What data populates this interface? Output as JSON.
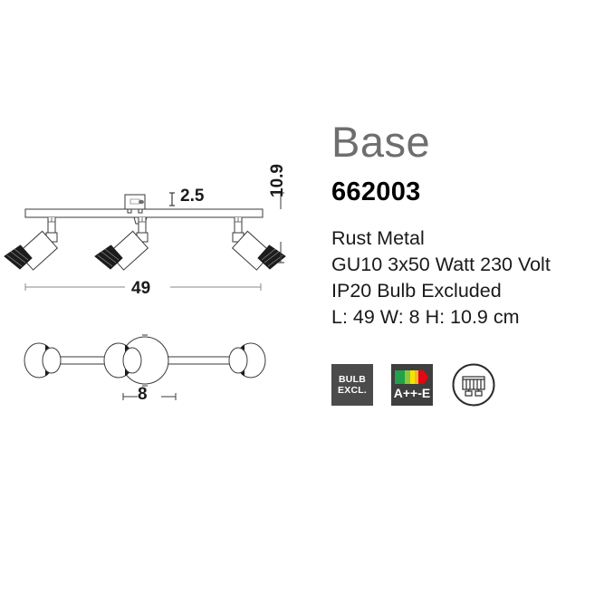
{
  "product": {
    "title": "Base",
    "code": "662003",
    "specs": [
      "Rust Metal",
      "GU10 3x50 Watt 230 Volt",
      "IP20 Bulb Excluded",
      "L: 49 W: 8 H: 10.9 cm"
    ]
  },
  "badges": {
    "bulb": {
      "name": "bulb-excluded-badge",
      "line1": "BULB",
      "line2": "EXCL.",
      "background": "#4b4b4b",
      "text_color": "#ffffff"
    },
    "energy": {
      "name": "energy-class-badge",
      "label": "A++-E",
      "background": "#3f3f3f",
      "text_color": "#ffffff",
      "arrow_colors": [
        "#22a04a",
        "#8cc63f",
        "#f2e500",
        "#f9b233",
        "#f07d1a",
        "#e30613"
      ]
    },
    "mount": {
      "name": "ceiling-mount-icon",
      "stroke": "#2b2b2b"
    }
  },
  "drawings": {
    "front_view": {
      "name": "front-elevation-drawing",
      "dimensions": {
        "width": "49",
        "height": "10.9",
        "depth": "2.5"
      },
      "spotlight_count": 3
    },
    "top_view": {
      "name": "top-plan-drawing",
      "dimensions": {
        "width": "8"
      },
      "spotlight_count": 3
    }
  },
  "colors": {
    "title_gray": "#6e6e6e",
    "text_black": "#1a1a1a",
    "line_gray": "#8a8a8a",
    "drawing_stroke": "#3a3a3a"
  }
}
